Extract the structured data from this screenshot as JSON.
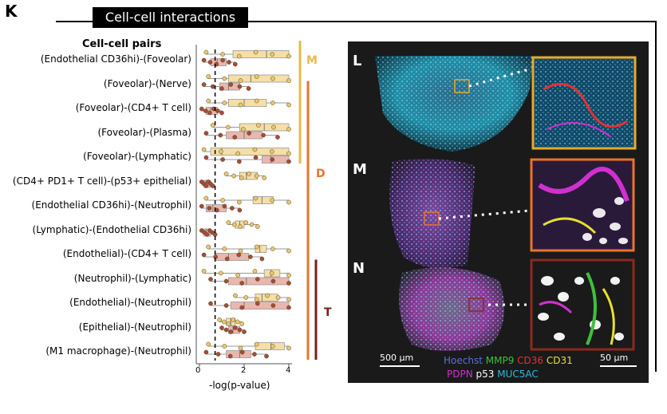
{
  "panel_letter": "K",
  "title": "Cell-cell interactions",
  "pairs_header": "Cell-cell pairs",
  "pairs": [
    "(Endothelial CD36hi)-(Foveolar)",
    "(Foveolar)-(Nerve)",
    "(Foveolar)-(CD4+ T cell)",
    "(Foveolar)-(Plasma)",
    "(Foveolar)-(Lymphatic)",
    "(CD4+ PD1+ T cell)-(p53+ epithelial)",
    "(Endothelial CD36hi)-(Neutrophil)",
    "(Lymphatic)-(Endothelial CD36hi)",
    "(Endothelial)-(CD4+ T cell)",
    "(Neutrophil)-(Lymphatic)",
    "(Endothelial)-(Neutrophil)",
    "(Epithelial)-(Neutrophil)",
    "(M1 macrophage)-(Neutrophil)"
  ],
  "chart_data": {
    "type": "box",
    "xlabel": "-log(p-value)",
    "xlim": [
      0,
      4
    ],
    "xticks": [
      "0",
      "2",
      "4"
    ],
    "threshold": 0.7,
    "groups": [
      {
        "name": "M",
        "color": "#E8B84A",
        "pairs": [
          0,
          4
        ]
      },
      {
        "name": "D",
        "color": "#E8742A",
        "pairs": [
          1,
          12
        ]
      },
      {
        "name": "T",
        "color": "#7A1E1E",
        "pairs": [
          9,
          12
        ]
      }
    ],
    "boxes": [
      {
        "pair": 0,
        "row": "upper",
        "q1": 1.5,
        "med": 3.0,
        "q3": 4.0,
        "lo": 0.3,
        "hi": 4.0,
        "color": "#F6DFA6"
      },
      {
        "pair": 0,
        "row": "lower",
        "q1": 0.5,
        "med": 0.8,
        "q3": 1.2,
        "lo": 0.2,
        "hi": 1.6,
        "color": "#E8B8AE"
      },
      {
        "pair": 1,
        "row": "upper",
        "q1": 1.3,
        "med": 2.3,
        "q3": 4.0,
        "lo": 0.4,
        "hi": 4.0,
        "color": "#F6DFA6"
      },
      {
        "pair": 1,
        "row": "lower",
        "q1": 0.9,
        "med": 1.3,
        "q3": 1.8,
        "lo": 0.2,
        "hi": 2.2,
        "color": "#E8B8AE"
      },
      {
        "pair": 2,
        "row": "upper",
        "q1": 1.3,
        "med": 2.0,
        "q3": 3.0,
        "lo": 0.4,
        "hi": 4.0,
        "color": "#F6DFA6"
      },
      {
        "pair": 2,
        "row": "lower",
        "q1": 0.3,
        "med": 0.5,
        "q3": 0.8,
        "lo": 0.1,
        "hi": 1.0,
        "color": "#E8B8AE"
      },
      {
        "pair": 3,
        "row": "upper",
        "q1": 1.8,
        "med": 2.9,
        "q3": 4.0,
        "lo": 0.6,
        "hi": 4.0,
        "color": "#F6DFA6"
      },
      {
        "pair": 3,
        "row": "lower",
        "q1": 1.2,
        "med": 2.0,
        "q3": 2.8,
        "lo": 0.3,
        "hi": 3.5,
        "color": "#E8B8AE"
      },
      {
        "pair": 4,
        "row": "upper",
        "q1": 0.5,
        "med": 1.0,
        "q3": 4.0,
        "lo": 0.2,
        "hi": 4.0,
        "color": "#F6DFA6"
      },
      {
        "pair": 4,
        "row": "lower",
        "q1": 2.8,
        "med": 3.2,
        "q3": 4.0,
        "lo": 0.3,
        "hi": 4.0,
        "color": "#E8B8AE"
      },
      {
        "pair": 5,
        "row": "upper",
        "q1": 1.8,
        "med": 2.1,
        "q3": 2.6,
        "lo": 1.2,
        "hi": 2.9,
        "color": "#F6DFA6"
      },
      {
        "pair": 5,
        "row": "lower",
        "q1": 0.2,
        "med": 0.3,
        "q3": 0.5,
        "lo": 0.1,
        "hi": 0.6,
        "color": "#E8B8AE"
      },
      {
        "pair": 6,
        "row": "upper",
        "q1": 2.4,
        "med": 2.8,
        "q3": 3.3,
        "lo": 0.3,
        "hi": 4.0,
        "color": "#F6DFA6"
      },
      {
        "pair": 6,
        "row": "lower",
        "q1": 0.3,
        "med": 0.6,
        "q3": 1.2,
        "lo": 0.1,
        "hi": 1.8,
        "color": "#E8B8AE"
      },
      {
        "pair": 7,
        "row": "upper",
        "q1": 1.6,
        "med": 1.8,
        "q3": 2.0,
        "lo": 1.3,
        "hi": 2.6,
        "color": "#F6DFA6"
      },
      {
        "pair": 7,
        "row": "lower",
        "q1": 0.2,
        "med": 0.3,
        "q3": 0.5,
        "lo": 0.1,
        "hi": 0.7,
        "color": "#E8B8AE"
      },
      {
        "pair": 8,
        "row": "upper",
        "q1": 2.5,
        "med": 2.7,
        "q3": 3.0,
        "lo": 0.4,
        "hi": 4.0,
        "color": "#F6DFA6"
      },
      {
        "pair": 8,
        "row": "lower",
        "q1": 0.7,
        "med": 1.3,
        "q3": 2.2,
        "lo": 0.2,
        "hi": 2.8,
        "color": "#E8B8AE"
      },
      {
        "pair": 9,
        "row": "upper",
        "q1": 2.9,
        "med": 3.2,
        "q3": 3.6,
        "lo": 0.2,
        "hi": 4.0,
        "color": "#F6DFA6"
      },
      {
        "pair": 9,
        "row": "lower",
        "q1": 1.3,
        "med": 2.1,
        "q3": 4.0,
        "lo": 0.5,
        "hi": 4.0,
        "color": "#E8B8AE"
      },
      {
        "pair": 10,
        "row": "upper",
        "q1": 2.5,
        "med": 2.8,
        "q3": 3.5,
        "lo": 1.6,
        "hi": 4.0,
        "color": "#F6DFA6"
      },
      {
        "pair": 10,
        "row": "lower",
        "q1": 1.4,
        "med": 2.0,
        "q3": 4.0,
        "lo": 0.5,
        "hi": 4.0,
        "color": "#E8B8AE"
      },
      {
        "pair": 11,
        "row": "upper",
        "q1": 1.2,
        "med": 1.4,
        "q3": 1.6,
        "lo": 0.9,
        "hi": 1.9,
        "color": "#F6DFA6"
      },
      {
        "pair": 11,
        "row": "lower",
        "q1": 1.3,
        "med": 1.5,
        "q3": 1.8,
        "lo": 1.0,
        "hi": 2.0,
        "color": "#E8B8AE"
      },
      {
        "pair": 12,
        "row": "upper",
        "q1": 2.5,
        "med": 3.2,
        "q3": 3.8,
        "lo": 0.4,
        "hi": 4.0,
        "color": "#F6DFA6"
      },
      {
        "pair": 12,
        "row": "lower",
        "q1": 1.2,
        "med": 1.8,
        "q3": 2.3,
        "lo": 0.3,
        "hi": 3.0,
        "color": "#E8B8AE"
      }
    ]
  },
  "images": {
    "letters": [
      "L",
      "M",
      "N"
    ],
    "scale_left": "500 µm",
    "scale_right": "50 µm",
    "frame_colors": [
      "#E8A92A",
      "#E8742A",
      "#8B2A1E"
    ],
    "legend": [
      {
        "text": "Hoechst",
        "color": "#5B6CE8"
      },
      {
        "text": "MMP9",
        "color": "#3FBF3F"
      },
      {
        "text": "CD36",
        "color": "#E83030"
      },
      {
        "text": "CD31",
        "color": "#E8E030"
      },
      {
        "text": "PDPN",
        "color": "#D030D0"
      },
      {
        "text": "p53",
        "color": "#1a1a1a"
      },
      {
        "text": "MUC5AC",
        "color": "#30B8D8"
      }
    ]
  }
}
